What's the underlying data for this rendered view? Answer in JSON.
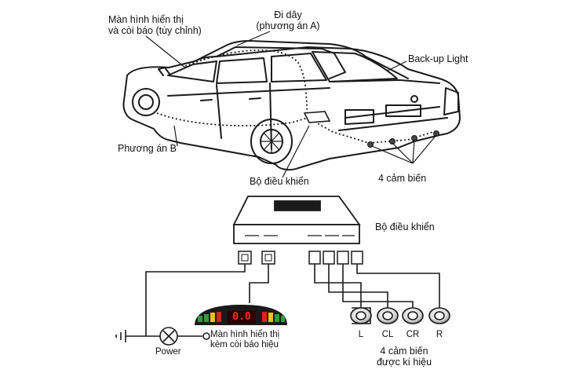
{
  "car": {
    "display_label": [
      "Màn hình hiển thị",
      "và còi báo (tùy chỉnh)"
    ],
    "wiring_label": [
      "Đi dây",
      "(phương án A)"
    ],
    "backup_light_label": "Back-up Light",
    "option_b_label": "Phương án B",
    "controller_label": "Bộ điều khiển",
    "sensors_label": "4 cảm biến"
  },
  "schematic": {
    "controller_label": "Bộ điều khiển",
    "power_label": "Power",
    "display_label": [
      "Màn hình hiển thị",
      "kèm còi báo hiệu"
    ],
    "display_readout": "0.0",
    "sensor_keys": [
      "L",
      "CL",
      "CR",
      "R"
    ],
    "sensors_label": [
      "4 cảm biến",
      "được kí hiệu"
    ]
  },
  "colors": {
    "line": "#1a1a1a",
    "display_green": "#2e9e3a",
    "display_yellow": "#e8c21a",
    "display_red": "#d8261c"
  }
}
